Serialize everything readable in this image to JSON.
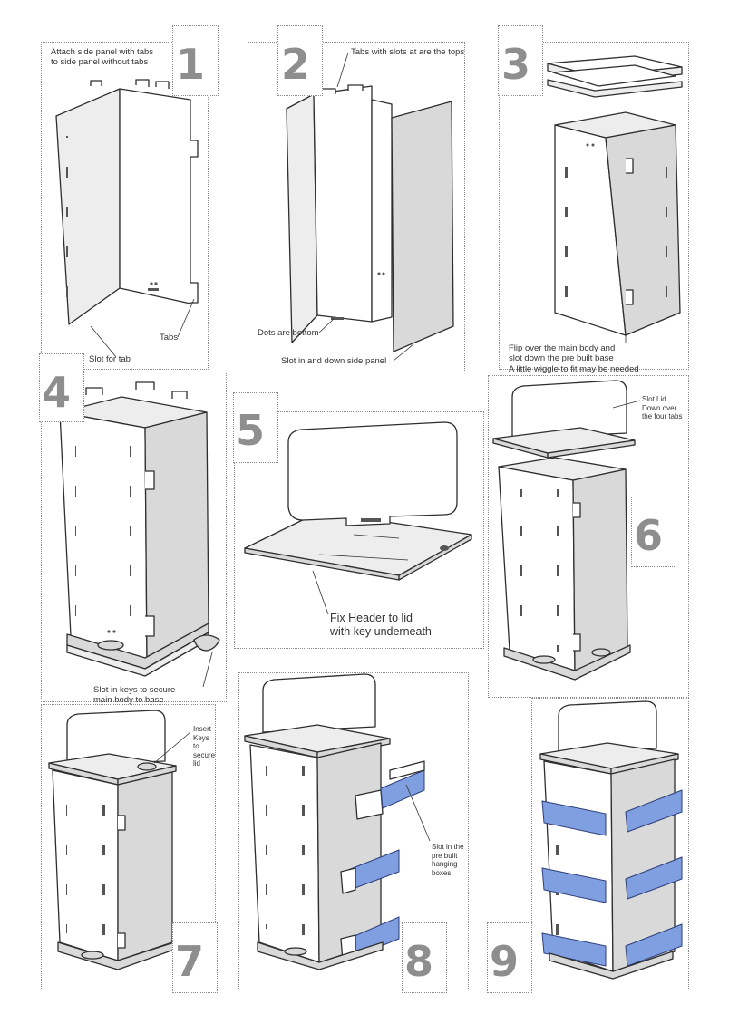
{
  "steps": [
    {
      "number": "1",
      "notes": [
        "Attach side panel with tabs\nto side panel without tabs",
        "Tabs",
        "Slot for tab"
      ]
    },
    {
      "number": "2",
      "notes": [
        "Tabs with slots at are the tops",
        "Dots are bottom",
        "Slot in and down side panel"
      ]
    },
    {
      "number": "3",
      "notes": [
        "Flip over the main body and\nslot down the pre built base\nA little wiggle to fit may be needed"
      ]
    },
    {
      "number": "4",
      "notes": [
        "Slot in keys to secure\nmain body to base"
      ]
    },
    {
      "number": "5",
      "notes": [
        "Fix Header to lid\nwith key underneath"
      ]
    },
    {
      "number": "6",
      "notes": [
        "Slot Lid\nDown over\nthe four tabs"
      ]
    },
    {
      "number": "7",
      "notes": [
        "Insert\nKeys\nto\nsecure\nlid"
      ]
    },
    {
      "number": "8",
      "notes": [
        "Slot in the\npre built\nhanging\nboxes"
      ]
    },
    {
      "number": "9",
      "notes": []
    }
  ]
}
